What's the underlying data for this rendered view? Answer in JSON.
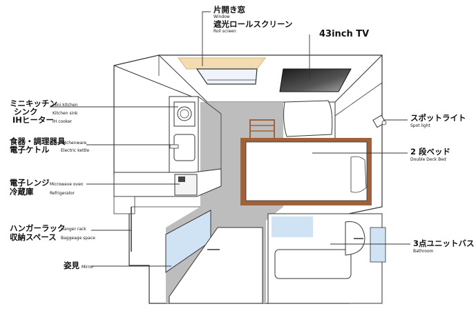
{
  "labels": {
    "window_jp": "片開き窓",
    "window_en": "Window",
    "roll_jp": "遮光ロールスクリーン",
    "roll_en": "Roll screen",
    "tv": "43inch TV",
    "mini_kitchen_jp": "ミニキッチン",
    "mini_kitchen_en": "Mini kitchen",
    "sink_jp": "シンク",
    "sink_en": "Kitchen sink",
    "ih_jp": "IHヒーター",
    "ih_en": "IH cooker",
    "kitchenware_jp": "食器・調理器具",
    "kitchenware_en": "Kitchenware",
    "kettle_jp": "電子ケトル",
    "kettle_en": "Electric kettle",
    "microwave_jp": "電子レンジ",
    "microwave_en": "Microwave oven",
    "fridge_jp": "冷蔵庫",
    "fridge_en": "Refrigerator",
    "hanger_jp": "ハンガーラック",
    "hanger_en": "Hanger rack",
    "baggage_jp": "収納スペース",
    "baggage_en": "Baggeage space",
    "mirror_jp": "姿見",
    "mirror_en": "Mirror",
    "spot_jp": "スポットライト",
    "spot_en": "Spot light",
    "bed_jp": "2 段ベッド",
    "bed_en": "Double Deck Bed",
    "bath_jp": "3点ユニットバス",
    "bath_en": "Bathroom"
  },
  "colors": {
    "line": "#333333",
    "floor": "#bdbdbd",
    "wood": "#a0603a",
    "mirror": "#cfe3f5",
    "window_glow": "#f3dcb2"
  }
}
